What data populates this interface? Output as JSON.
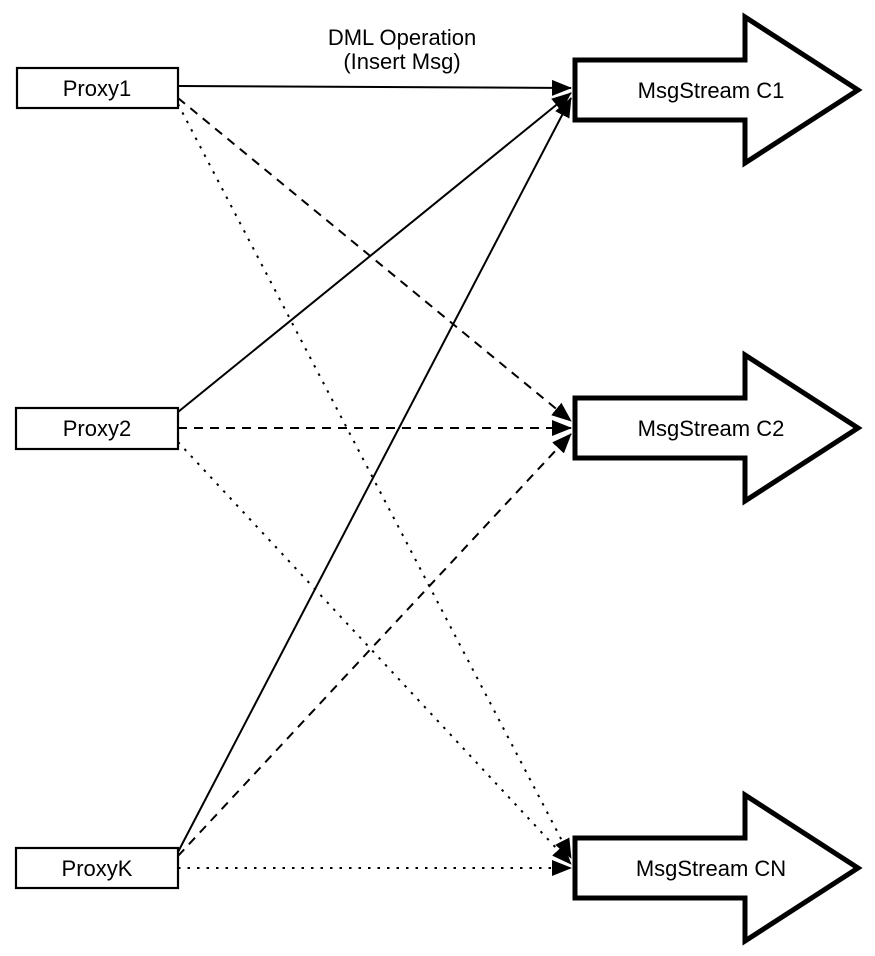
{
  "diagram": {
    "title": [
      "DML Operation",
      "(Insert Msg)"
    ],
    "proxies": [
      "Proxy1",
      "Proxy2",
      "ProxyK"
    ],
    "streams": [
      "MsgStream C1",
      "MsgStream C2",
      "MsgStream CN"
    ],
    "connections": [
      {
        "from": "Proxy1",
        "to": "MsgStream C1",
        "line_style": "solid"
      },
      {
        "from": "Proxy1",
        "to": "MsgStream C2",
        "line_style": "dashed"
      },
      {
        "from": "Proxy1",
        "to": "MsgStream CN",
        "line_style": "dotted"
      },
      {
        "from": "Proxy2",
        "to": "MsgStream C1",
        "line_style": "solid"
      },
      {
        "from": "Proxy2",
        "to": "MsgStream C2",
        "line_style": "dashed"
      },
      {
        "from": "Proxy2",
        "to": "MsgStream CN",
        "line_style": "dotted"
      },
      {
        "from": "ProxyK",
        "to": "MsgStream C1",
        "line_style": "solid"
      },
      {
        "from": "ProxyK",
        "to": "MsgStream C2",
        "line_style": "dashed"
      },
      {
        "from": "ProxyK",
        "to": "MsgStream CN",
        "line_style": "dotted"
      }
    ],
    "colors": {
      "stroke": "#000000",
      "fill": "#ffffff",
      "background": "#ffffff"
    }
  }
}
